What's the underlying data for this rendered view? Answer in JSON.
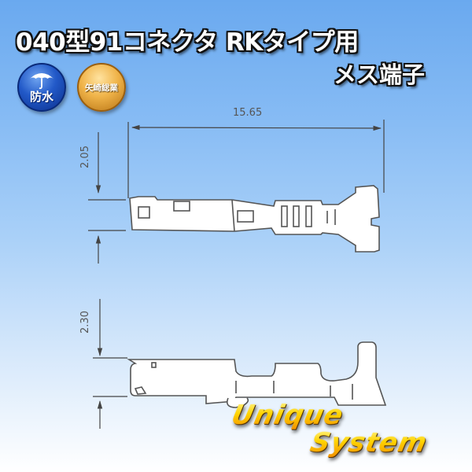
{
  "header": {
    "title": "040型91コネクタ RKタイプ用",
    "subtitle": "メス端子"
  },
  "badges": [
    {
      "icon": "umbrella-icon",
      "label": "防水",
      "color": "#2259c8"
    },
    {
      "icon": "none",
      "label": "矢崎総業",
      "color": "#f0b44a"
    }
  ],
  "dimensions": {
    "length": "15.65",
    "top_view_height": "2.05",
    "side_view_height": "2.30"
  },
  "logo": {
    "line1": "Unique",
    "line2": "System"
  }
}
